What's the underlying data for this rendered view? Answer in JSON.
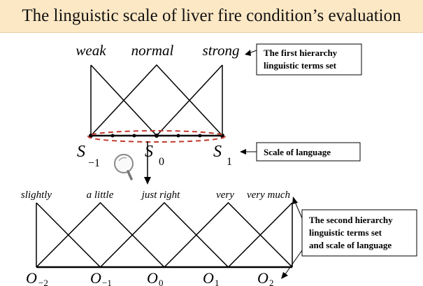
{
  "title": "The linguistic scale of liver fire condition’s evaluation",
  "first_level": {
    "terms": [
      "weak",
      "normal",
      "strong"
    ],
    "scale": [
      {
        "base": "S",
        "sub": "−1"
      },
      {
        "base": "S",
        "sub": "0"
      },
      {
        "base": "S",
        "sub": "1"
      }
    ]
  },
  "second_level": {
    "terms": [
      "slightly",
      "a little",
      "just right",
      "very",
      "very much"
    ],
    "scale": [
      {
        "base": "O",
        "sub": "−2"
      },
      {
        "base": "O",
        "sub": "−1"
      },
      {
        "base": "O",
        "sub": "0"
      },
      {
        "base": "O",
        "sub": "1"
      },
      {
        "base": "O",
        "sub": "2"
      }
    ]
  },
  "annotations": {
    "first": [
      "The first hierarchy",
      "linguistic terms set"
    ],
    "scale": [
      "Scale of language"
    ],
    "second": [
      "The second hierarchy",
      "linguistic terms set",
      "and scale of language"
    ]
  },
  "colors": {
    "title_bg": "#fde8c5",
    "ellipse": "#c0392b"
  },
  "icons": [
    "magnifier-icon"
  ]
}
